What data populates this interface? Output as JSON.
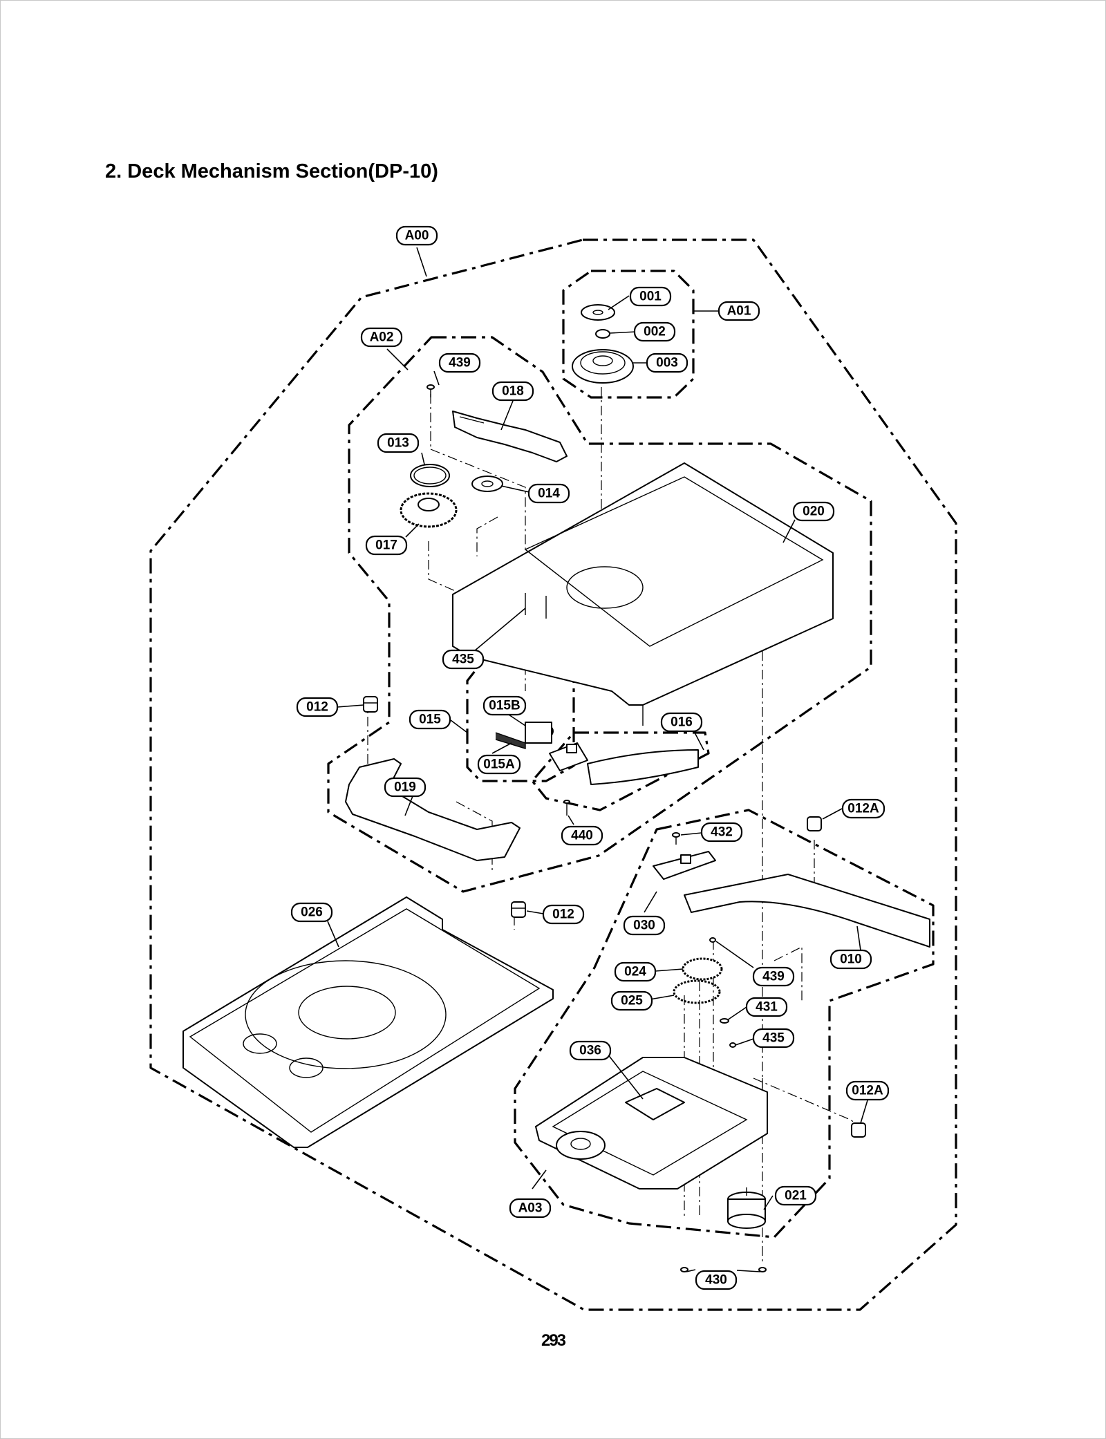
{
  "title": "2. Deck Mechanism Section(DP-10)",
  "page_number": "293",
  "labels": {
    "A00": "A00",
    "A01": "A01",
    "A02": "A02",
    "A03": "A03",
    "p001": "001",
    "p002": "002",
    "p003": "003",
    "p439a": "439",
    "p018": "018",
    "p013": "013",
    "p014": "014",
    "p017": "017",
    "p020": "020",
    "p435a": "435",
    "p012a": "012",
    "p015": "015",
    "p015B": "015B",
    "p015A": "015A",
    "p016": "016",
    "p019": "019",
    "p440": "440",
    "p012A_a": "012A",
    "p432": "432",
    "p026": "026",
    "p012b": "012",
    "p030": "030",
    "p010": "010",
    "p024": "024",
    "p439b": "439",
    "p025": "025",
    "p431": "431",
    "p435b": "435",
    "p036": "036",
    "p012A_b": "012A",
    "p021": "021",
    "p430": "430"
  }
}
